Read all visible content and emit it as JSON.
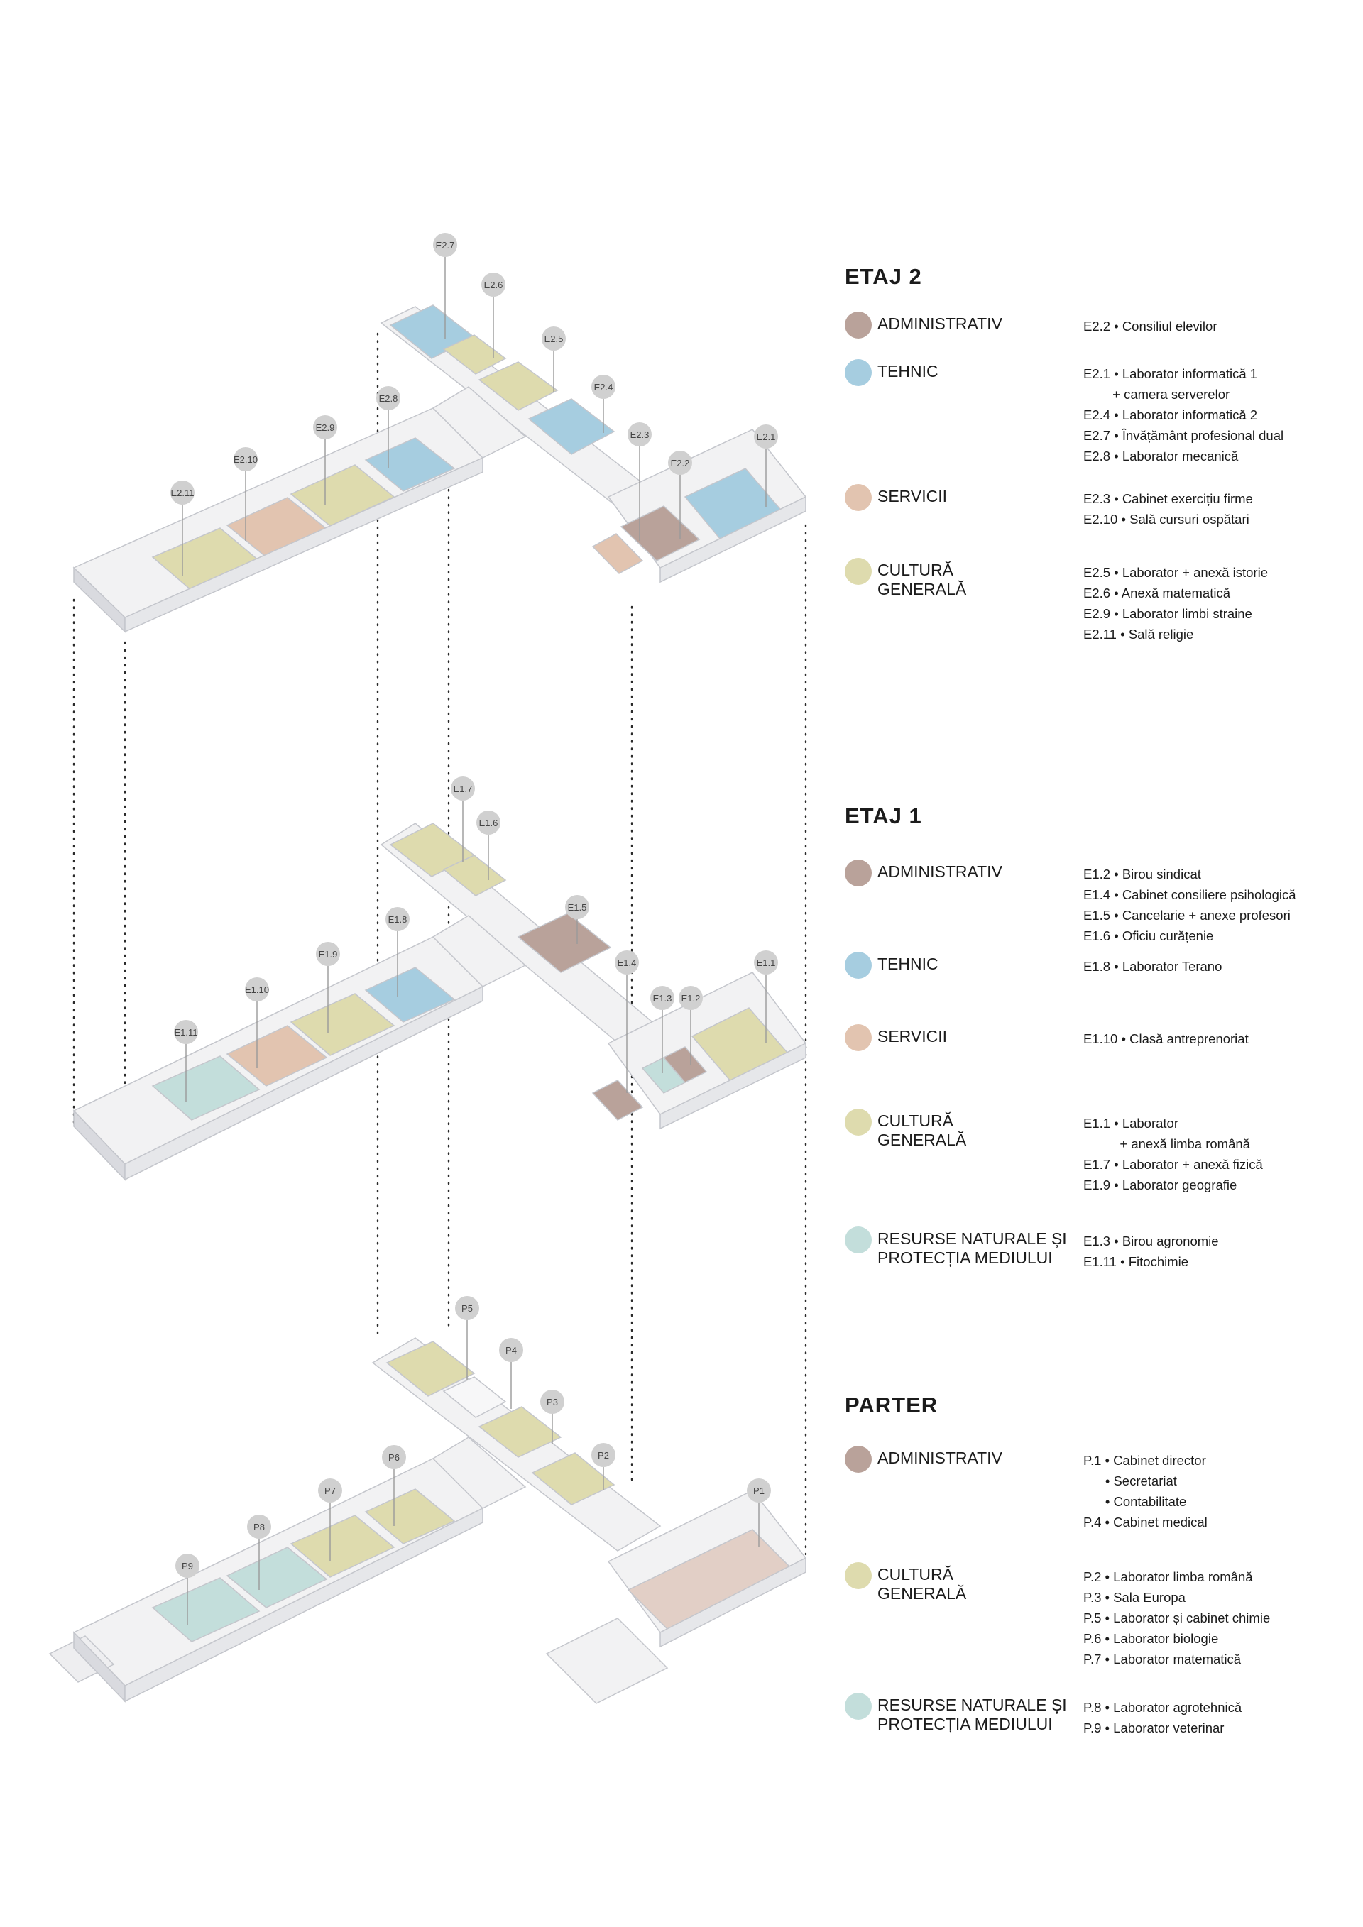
{
  "colors": {
    "administrativ": "#b9a29a",
    "tehnic": "#a6cde0",
    "servicii": "#e2c4b0",
    "cultura": "#dedbae",
    "resurse": "#c3dedb",
    "wall": "#e6e7ea",
    "floor": "#f2f2f3"
  },
  "floors": [
    {
      "title": "ETAJ 2",
      "categories": [
        {
          "key": "administrativ",
          "name": "ADMINISTRATIV",
          "items": [
            "E2.2 • Consiliul elevilor"
          ]
        },
        {
          "key": "tehnic",
          "name": "TEHNIC",
          "items": [
            "E2.1 • Laborator informatică 1",
            "        + camera serverelor",
            "E2.4 • Laborator informatică 2",
            "E2.7 • Învățământ profesional dual",
            "E2.8 • Laborator mecanică"
          ]
        },
        {
          "key": "servicii",
          "name": "SERVICII",
          "items": [
            "E2.3 • Cabinet exercițiu firme",
            "E2.10 • Sală cursuri ospătari"
          ]
        },
        {
          "key": "cultura",
          "name": "CULTURĂ\nGENERALĂ",
          "items": [
            "E2.5 • Laborator + anexă istorie",
            "E2.6 • Anexă matematică",
            "E2.9 • Laborator limbi straine",
            "E2.11 • Sală religie"
          ]
        }
      ],
      "pins": [
        "E2.7",
        "E2.6",
        "E2.5",
        "E2.8",
        "E2.4",
        "E2.9",
        "E2.3",
        "E2.1",
        "E2.10",
        "E2.2",
        "E2.11"
      ]
    },
    {
      "title": "ETAJ 1",
      "categories": [
        {
          "key": "administrativ",
          "name": "ADMINISTRATIV",
          "items": [
            "E1.2 • Birou sindicat",
            "E1.4 • Cabinet consiliere psihologică",
            "E1.5 • Cancelarie + anexe profesori",
            "E1.6 • Oficiu curățenie"
          ]
        },
        {
          "key": "tehnic",
          "name": "TEHNIC",
          "items": [
            "E1.8 • Laborator Terano"
          ]
        },
        {
          "key": "servicii",
          "name": "SERVICII",
          "items": [
            "E1.10 • Clasă antreprenoriat"
          ]
        },
        {
          "key": "cultura",
          "name": "CULTURĂ\nGENERALĂ",
          "items": [
            "E1.1 • Laborator",
            "          + anexă limba română",
            "E1.7 • Laborator + anexă fizică",
            "E1.9 • Laborator geografie"
          ]
        },
        {
          "key": "resurse",
          "name": "RESURSE NATURALE ȘI\nPROTECȚIA MEDIULUI",
          "items": [
            "E1.3 • Birou agronomie",
            "E1.11 • Fitochimie"
          ]
        }
      ],
      "pins": [
        "E1.7",
        "E1.6",
        "E1.5",
        "E1.8",
        "E1.9",
        "E1.4",
        "E1.1",
        "E1.10",
        "E1.3",
        "E1.2",
        "E1.11"
      ]
    },
    {
      "title": "PARTER",
      "categories": [
        {
          "key": "administrativ",
          "name": "ADMINISTRATIV",
          "items": [
            "P.1 • Cabinet director",
            "      • Secretariat",
            "      • Contabilitate",
            "P.4 • Cabinet medical"
          ]
        },
        {
          "key": "cultura",
          "name": "CULTURĂ\nGENERALĂ",
          "items": [
            "P.2 • Laborator limba română",
            "P.3 • Sala Europa",
            "P.5 • Laborator și cabinet chimie",
            "P.6 • Laborator biologie",
            "P.7 • Laborator matematică"
          ]
        },
        {
          "key": "resurse",
          "name": "RESURSE NATURALE ȘI\nPROTECȚIA MEDIULUI",
          "items": [
            "P.8 • Laborator agrotehnică",
            "P.9 • Laborator veterinar"
          ]
        }
      ],
      "pins": [
        "P5",
        "P4",
        "P3",
        "P6",
        "P2",
        "P7",
        "P1",
        "P8",
        "P9"
      ]
    }
  ]
}
